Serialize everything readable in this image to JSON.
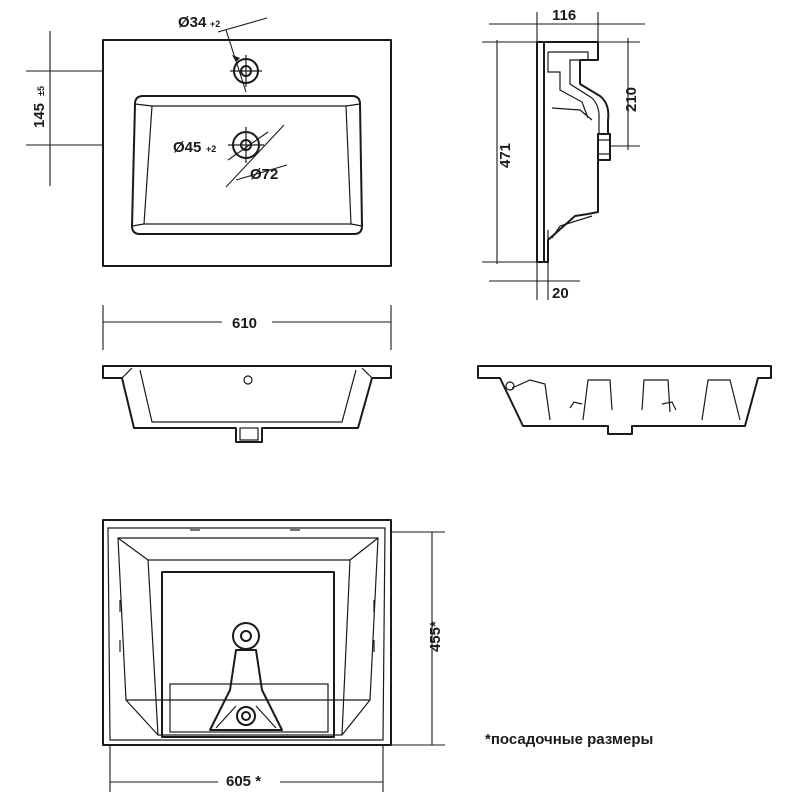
{
  "dimensions": {
    "tap_hole_diameter": "Ø34",
    "tap_hole_tolerance": "+2",
    "drain_hole_diameter": "Ø45",
    "drain_hole_tolerance": "+2",
    "drain_outer_diameter": "Ø72",
    "tap_offset": "145",
    "tap_offset_tolerance": "±5",
    "overall_width": "610",
    "side_depth": "116",
    "side_height": "471",
    "side_drain_height": "210",
    "side_rim_thickness": "20",
    "mounting_depth": "455*",
    "mounting_width": "605 *"
  },
  "footnote": "*посадочные размеры"
}
